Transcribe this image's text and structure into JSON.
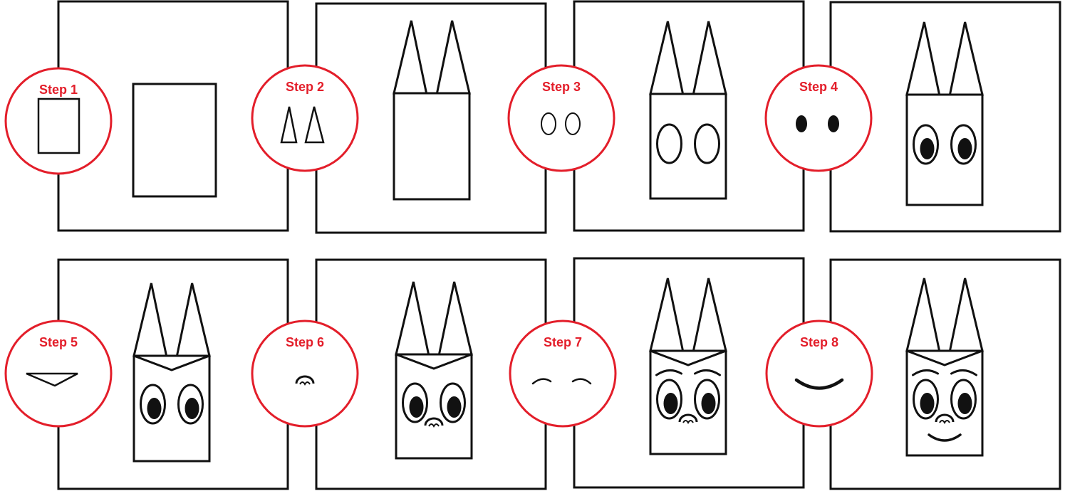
{
  "title": "",
  "colors": {
    "stroke": "#111111",
    "badge_ring": "#e31e2a",
    "badge_text": "#e31e2a",
    "fill_dark": "#111111",
    "background": "#ffffff"
  },
  "steps": [
    {
      "label": "Step 1",
      "badge_icon": "rectangle-icon",
      "drawing_parts": [
        "head-rectangle"
      ]
    },
    {
      "label": "Step 2",
      "badge_icon": "ears-triangles-icon",
      "drawing_parts": [
        "head-rectangle",
        "ears"
      ]
    },
    {
      "label": "Step 3",
      "badge_icon": "eye-ovals-icon",
      "drawing_parts": [
        "head-rectangle",
        "ears",
        "eye-ovals"
      ]
    },
    {
      "label": "Step 4",
      "badge_icon": "pupils-icon",
      "drawing_parts": [
        "head-rectangle",
        "ears",
        "eye-ovals",
        "pupils"
      ]
    },
    {
      "label": "Step 5",
      "badge_icon": "brow-triangle-icon",
      "drawing_parts": [
        "head-rectangle",
        "ears",
        "eye-ovals",
        "pupils",
        "brow-triangle"
      ]
    },
    {
      "label": "Step 6",
      "badge_icon": "nose-icon",
      "drawing_parts": [
        "head-rectangle",
        "ears",
        "eye-ovals",
        "pupils",
        "brow-triangle",
        "nose"
      ]
    },
    {
      "label": "Step 7",
      "badge_icon": "eyebrows-icon",
      "drawing_parts": [
        "head-rectangle",
        "ears",
        "eye-ovals",
        "pupils",
        "brow-triangle",
        "nose",
        "eyebrows"
      ]
    },
    {
      "label": "Step 8",
      "badge_icon": "smile-icon",
      "drawing_parts": [
        "head-rectangle",
        "ears",
        "eye-ovals",
        "pupils",
        "brow-triangle",
        "nose",
        "eyebrows",
        "smile"
      ]
    }
  ]
}
